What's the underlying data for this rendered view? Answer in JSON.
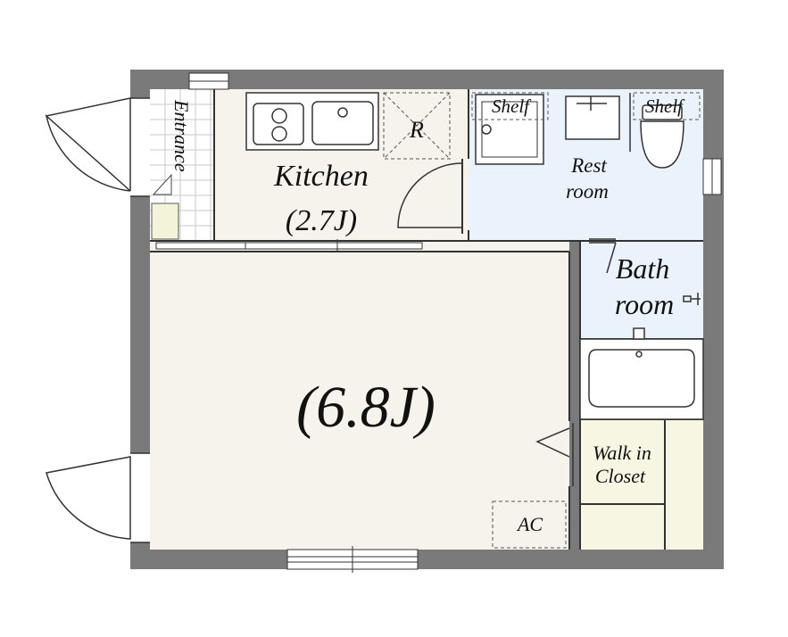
{
  "rooms": {
    "entrance": "Entrance",
    "kitchen": "Kitchen",
    "kitchen_size": "(2.7J)",
    "refrigerator": "R",
    "shelf_left": "Shelf",
    "shelf_right": "Shelf",
    "restroom_line1": "Rest",
    "restroom_line2": "room",
    "bathroom_line1": "Bath",
    "bathroom_line2": "room",
    "main_room_size": "(6.8J)",
    "closet_line1": "Walk in",
    "closet_line2": "Closet",
    "aircon": "AC"
  },
  "colors": {
    "wall": "#7a7a7a",
    "floor_main": "#f6f2ec",
    "floor_wet": "#eaf3fb",
    "floor_closet": "#f6f6e2",
    "line": "#333333"
  }
}
